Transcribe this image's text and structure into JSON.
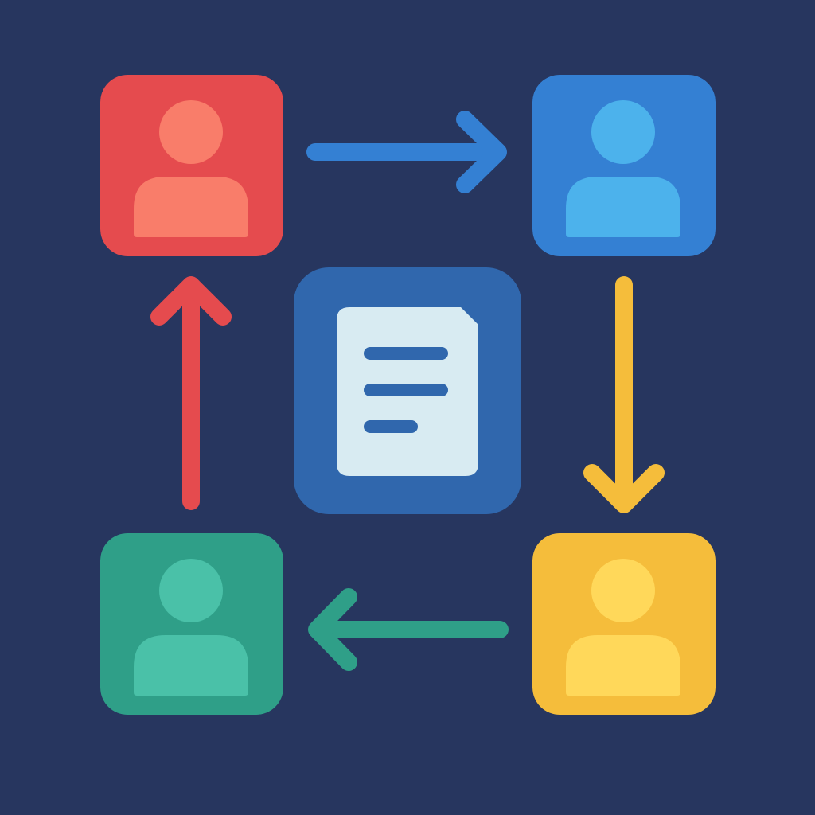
{
  "colors": {
    "background": "#27365f",
    "red_tile": "#e54b4e",
    "red_avatar": "#f97d6a",
    "blue_tile": "#3480d3",
    "blue_avatar": "#4cb2ec",
    "green_tile": "#2f9f88",
    "green_avatar": "#4ac1a8",
    "yellow_tile": "#f5bd3b",
    "yellow_avatar": "#ffd85a",
    "doc_tile": "#3067ad",
    "document": "#d8ebf2",
    "document_lines": "#3067ad",
    "arrow_red_to_top": "#e54b4e",
    "arrow_blue_right": "#3480d3",
    "arrow_yellow_down": "#f5bd3b",
    "arrow_green_left": "#2f9f88"
  },
  "icons": {
    "user": "user-icon",
    "document": "document-icon",
    "arrow": "arrow-icon"
  },
  "flow": [
    {
      "from": "red",
      "to": "blue"
    },
    {
      "from": "blue",
      "to": "yellow"
    },
    {
      "from": "yellow",
      "to": "green"
    },
    {
      "from": "green",
      "to": "red"
    }
  ]
}
